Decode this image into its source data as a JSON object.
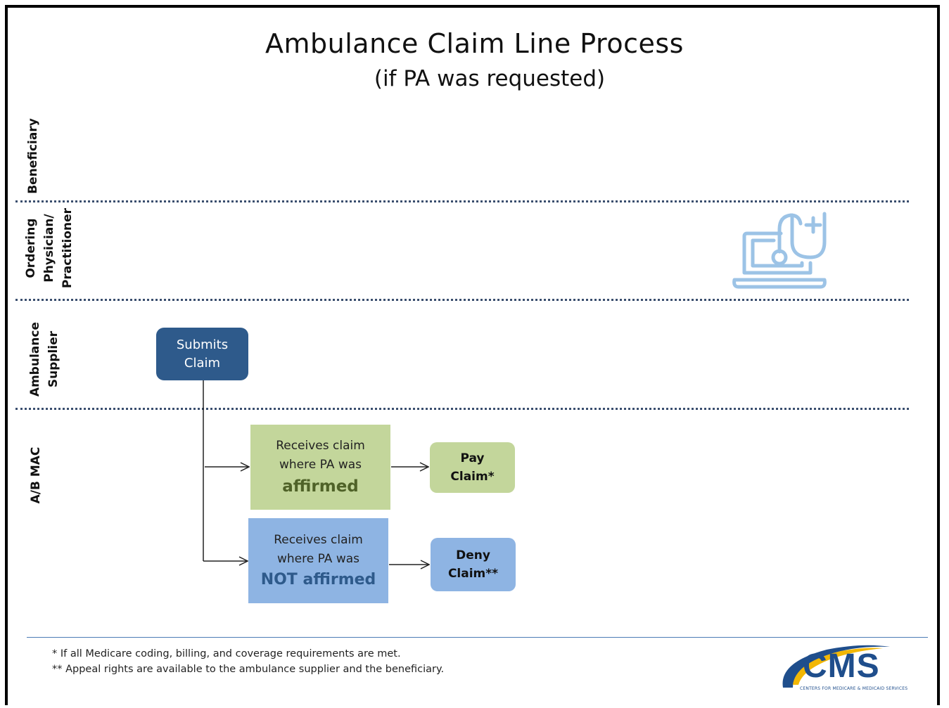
{
  "title": "Ambulance Claim Line Process",
  "subtitle": "(if PA was requested)",
  "lanes": {
    "beneficiary": "Beneficiary",
    "ordering_l1": "Ordering",
    "ordering_l2": "Physician/",
    "ordering_l3": "Practitioner",
    "ambulance_l1": "Ambulance",
    "ambulance_l2": "Supplier",
    "mac": "A/B MAC"
  },
  "nodes": {
    "submit_l1": "Submits",
    "submit_l2": "Claim",
    "affirmed_l1": "Receives claim",
    "affirmed_l2": "where PA was",
    "affirmed_l3": "affirmed",
    "not_affirmed_l1": "Receives claim",
    "not_affirmed_l2": "where PA was",
    "not_affirmed_l3": "NOT affirmed",
    "pay_l1": "Pay",
    "pay_l2": "Claim*",
    "deny_l1": "Deny",
    "deny_l2": "Claim**"
  },
  "footnotes": {
    "note1": "* If all Medicare coding, billing, and coverage requirements are met.",
    "note2": "**  Appeal rights are available to the  ambulance supplier and the beneficiary."
  },
  "logo": {
    "name": "CMS",
    "tagline": "CENTERS FOR MEDICARE & MEDICAID SERVICES"
  },
  "colors": {
    "submit_box": "#2e5a8b",
    "affirmed_box": "#c3d69b",
    "not_affirmed_box": "#8eb4e3",
    "icon": "#9cc3e6",
    "brand": "#1f4e8c",
    "accent_gold": "#f2b705"
  },
  "icons": {
    "physician": "laptop-stethoscope-icon"
  }
}
